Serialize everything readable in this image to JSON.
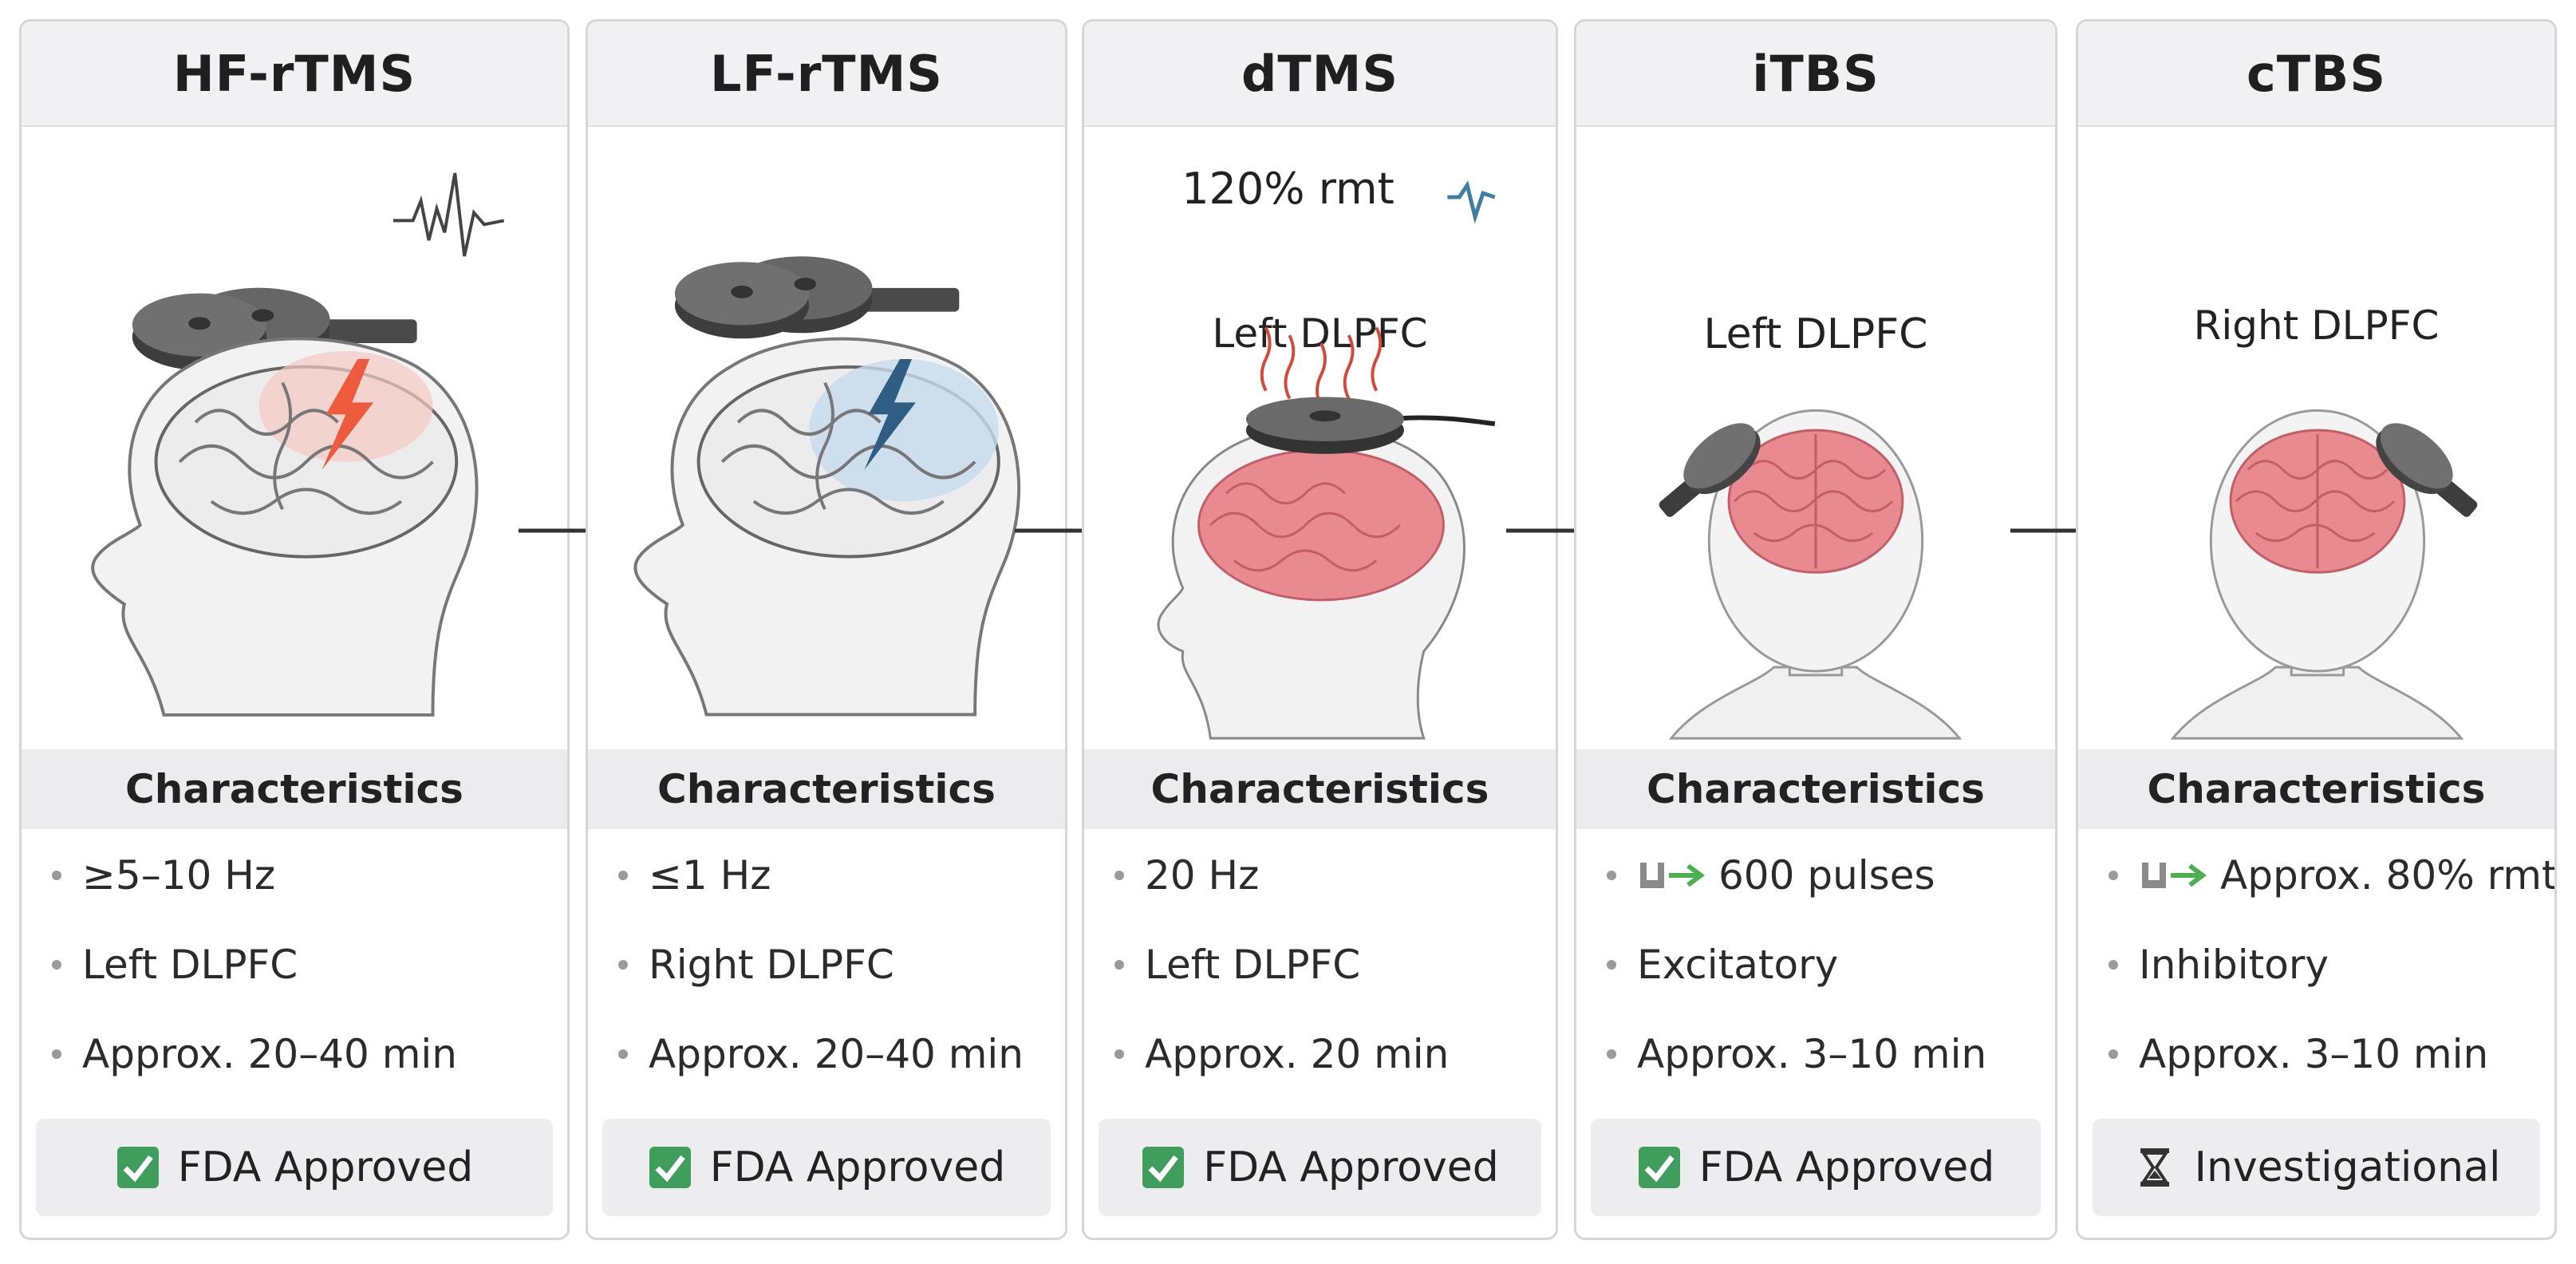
{
  "cards": [
    {
      "title": "HF-rTMS",
      "char_label": "Characteristics",
      "bullets": [
        "≥5–10 Hz",
        "Left DLPFC",
        "Approx. 20–40 min"
      ],
      "status": "FDA Approved",
      "status_icon": "check-icon"
    },
    {
      "title": "LF-rTMS",
      "char_label": "Characteristics",
      "bullets": [
        "≤1 Hz",
        "Right DLPFC",
        "Approx. 20–40 min"
      ],
      "status": "FDA Approved",
      "status_icon": "check-icon"
    },
    {
      "title": "dTMS",
      "top_label": "120% rmt",
      "target_label": "Left DLPFC",
      "char_label": "Characteristics",
      "bullets": [
        "20 Hz",
        "Left DLPFC",
        "Approx. 20 min"
      ],
      "status": "FDA Approved",
      "status_icon": "check-icon"
    },
    {
      "title": "iTBS",
      "target_label": "Left DLPFC",
      "char_label": "Characteristics",
      "bullets": [
        "600 pulses",
        "Excitatory",
        "Approx. 3–10 min"
      ],
      "status": "FDA Approved",
      "status_icon": "check-icon"
    },
    {
      "title": "cTBS",
      "target_label": "Right DLPFC",
      "char_label": "Characteristics",
      "bullets": [
        "Approx. 80% rmt",
        "Inhibitory",
        "Approx. 3–10 min"
      ],
      "status": "Investigational",
      "status_icon": "hourglass-icon"
    }
  ],
  "colors": {
    "check_green": "#3f9e5c",
    "excite_red": "#ee5a3c",
    "inhibit_blue": "#2f5d83",
    "brain_pink": "#e88a8f",
    "coil_gray": "#5a5a5a",
    "arrow_green": "#4caf50"
  }
}
